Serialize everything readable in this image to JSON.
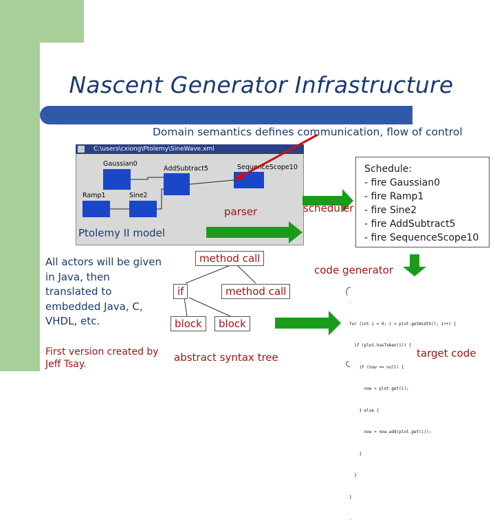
{
  "slide": {
    "title": "Nascent Generator Infrastructure",
    "subtitle": "Domain semantics defines communication, flow of control"
  },
  "ptolemy": {
    "window_title": "C:\\users\\cxiong\\Ptolemy\\SineWave.xml",
    "actors": [
      "Gaussian0",
      "AddSubtract5",
      "SequenceScope10",
      "Ramp1",
      "Sine2"
    ],
    "model_label": "Ptolemy II model"
  },
  "arrows": {
    "parser": "parser",
    "scheduler": "scheduler",
    "code_generator": "code generator"
  },
  "schedule": {
    "heading": "Schedule:",
    "items": [
      "- fire Gaussian0",
      "- fire Ramp1",
      "- fire Sine2",
      "- fire AddSubtract5",
      "- fire SequenceScope10"
    ]
  },
  "ast": {
    "nodes": [
      "method call",
      "if",
      "method call",
      "block",
      "block"
    ],
    "label": "abstract syntax tree"
  },
  "notes": {
    "actors_java": "All actors will be given in Java, then translated to embedded Java, C, VHDL, etc.",
    "first_version": "First version created by Jeff Tsay."
  },
  "code": {
    "lines": [
      ".",
      "for (int i = 0; i < plot.getWidth(); i++) {",
      "  if (plot.hasToken(i)) {",
      "    if (now == null) {",
      "      now = plot.get(i);",
      "    } else {",
      "      now = now.add(plot.get(i));",
      "    }",
      "  }",
      "}",
      "."
    ],
    "label": "target code"
  }
}
